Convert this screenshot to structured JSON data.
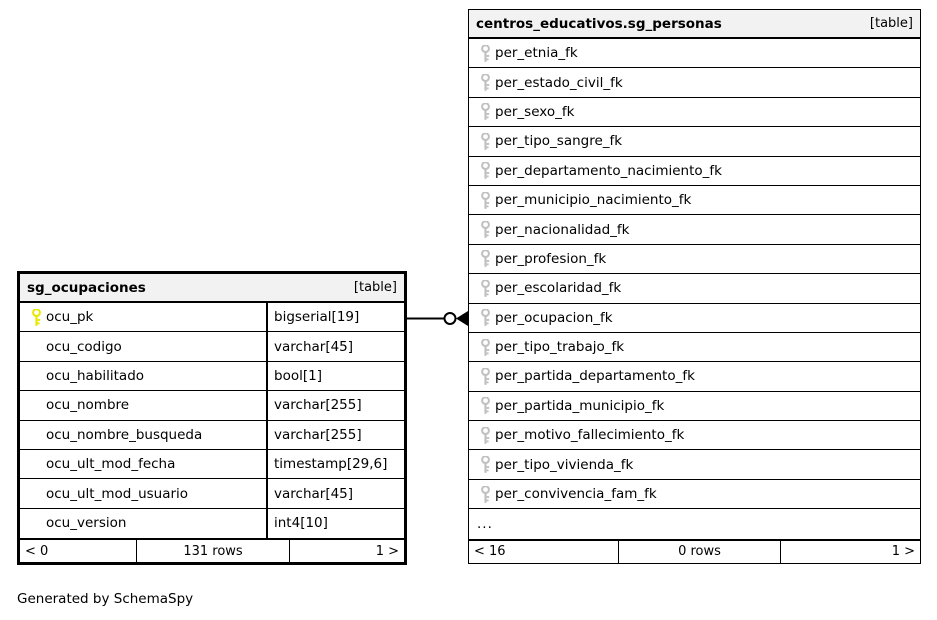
{
  "caption": "Generated by SchemaSpy",
  "colors": {
    "primary_key_icon": "#e8e800",
    "foreign_key_icon": "#c0c0c0",
    "header_background": "#f2f2f2",
    "border": "#000000",
    "background": "#ffffff"
  },
  "tables": {
    "left": {
      "title": "sg_ocupaciones",
      "kind": "[table]",
      "focused": true,
      "columns": [
        {
          "name": "ocu_pk",
          "type": "bigserial[19]",
          "key": "primary"
        },
        {
          "name": "ocu_codigo",
          "type": "varchar[45]",
          "key": "none"
        },
        {
          "name": "ocu_habilitado",
          "type": "bool[1]",
          "key": "none"
        },
        {
          "name": "ocu_nombre",
          "type": "varchar[255]",
          "key": "none"
        },
        {
          "name": "ocu_nombre_busqueda",
          "type": "varchar[255]",
          "key": "none"
        },
        {
          "name": "ocu_ult_mod_fecha",
          "type": "timestamp[29,6]",
          "key": "none"
        },
        {
          "name": "ocu_ult_mod_usuario",
          "type": "varchar[45]",
          "key": "none"
        },
        {
          "name": "ocu_version",
          "type": "int4[10]",
          "key": "none"
        }
      ],
      "footer": {
        "prev": "< 0",
        "rows": "131 rows",
        "next": "1 >"
      }
    },
    "right": {
      "title": "centros_educativos.sg_personas",
      "kind": "[table]",
      "focused": false,
      "columns": [
        {
          "name": "per_etnia_fk",
          "type": "",
          "key": "foreign"
        },
        {
          "name": "per_estado_civil_fk",
          "type": "",
          "key": "foreign"
        },
        {
          "name": "per_sexo_fk",
          "type": "",
          "key": "foreign"
        },
        {
          "name": "per_tipo_sangre_fk",
          "type": "",
          "key": "foreign"
        },
        {
          "name": "per_departamento_nacimiento_fk",
          "type": "",
          "key": "foreign"
        },
        {
          "name": "per_municipio_nacimiento_fk",
          "type": "",
          "key": "foreign"
        },
        {
          "name": "per_nacionalidad_fk",
          "type": "",
          "key": "foreign"
        },
        {
          "name": "per_profesion_fk",
          "type": "",
          "key": "foreign"
        },
        {
          "name": "per_escolaridad_fk",
          "type": "",
          "key": "foreign"
        },
        {
          "name": "per_ocupacion_fk",
          "type": "",
          "key": "foreign"
        },
        {
          "name": "per_tipo_trabajo_fk",
          "type": "",
          "key": "foreign"
        },
        {
          "name": "per_partida_departamento_fk",
          "type": "",
          "key": "foreign"
        },
        {
          "name": "per_partida_municipio_fk",
          "type": "",
          "key": "foreign"
        },
        {
          "name": "per_motivo_fallecimiento_fk",
          "type": "",
          "key": "foreign"
        },
        {
          "name": "per_tipo_vivienda_fk",
          "type": "",
          "key": "foreign"
        },
        {
          "name": "per_convivencia_fam_fk",
          "type": "",
          "key": "foreign"
        }
      ],
      "more_indicator": "...",
      "footer": {
        "prev": "< 16",
        "rows": "0 rows",
        "next": "1 >"
      }
    }
  },
  "relationship": {
    "from_table": "sg_ocupaciones",
    "from_column": "ocu_pk",
    "to_table": "centros_educativos.sg_personas",
    "to_column": "per_ocupacion_fk",
    "from_cardinality": "one",
    "to_cardinality": "zero-or-many"
  }
}
